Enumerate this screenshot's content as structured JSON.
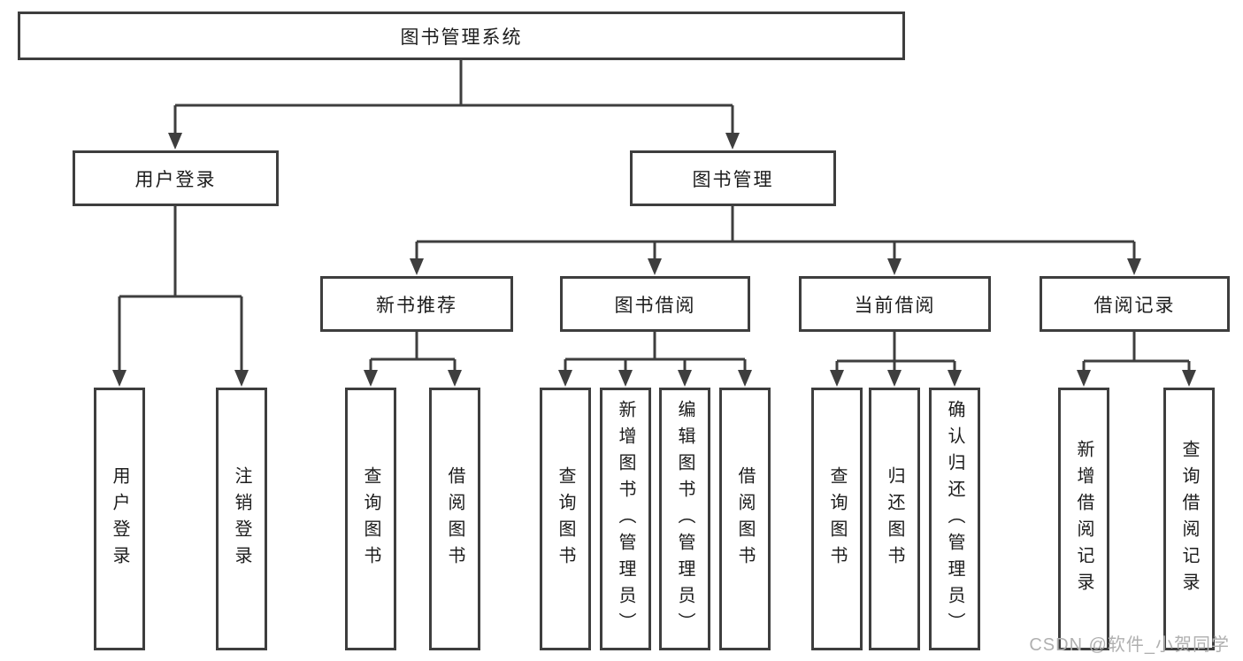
{
  "nodes": {
    "root": "图书管理系统",
    "login": {
      "label": "用户登录",
      "leaves": [
        "用户登录",
        "注销登录"
      ]
    },
    "management": {
      "label": "图书管理",
      "groups": [
        {
          "label": "新书推荐",
          "leaves": [
            "查询图书",
            "借阅图书"
          ]
        },
        {
          "label": "图书借阅",
          "leaves": [
            "查询图书",
            "新增图书（管理员）",
            "编辑图书（管理员）",
            "借阅图书"
          ]
        },
        {
          "label": "当前借阅",
          "leaves": [
            "查询图书",
            "归还图书",
            "确认归还（管理员）"
          ]
        },
        {
          "label": "借阅记录",
          "leaves": [
            "新增借阅记录",
            "查询借阅记录"
          ]
        }
      ]
    }
  },
  "watermark": "CSDN @软件_小贺同学",
  "colors": {
    "line": "#3e3e3e",
    "text": "#1c1c1c",
    "watermark": "#b0b0b0",
    "background": "#ffffff"
  }
}
